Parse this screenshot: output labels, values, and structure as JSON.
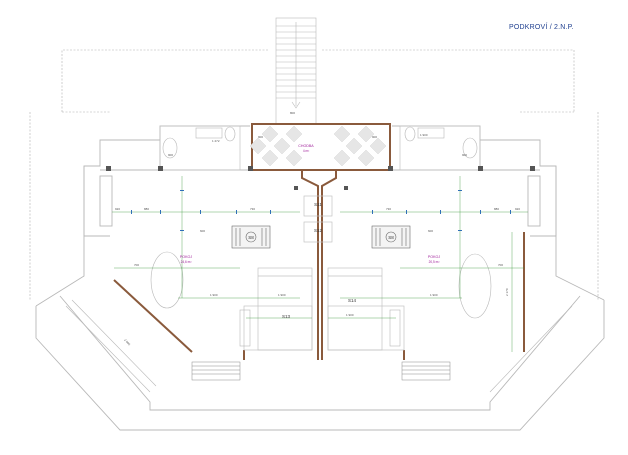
{
  "sheet_title": "PODKROVÍ / 2.N.P.",
  "colors": {
    "outline": "#b8b8b8",
    "wall": "#8a5a3c",
    "roof_dash": "#b0b0b0",
    "dim_line": "#3a9a3a",
    "dim_tick": "#2f6fb8",
    "room_text": "#a0209a",
    "title_text": "#1f3f8f"
  },
  "rooms": {
    "chodba": {
      "name": "CHODBA",
      "area": "4 m²"
    },
    "left": {
      "name": "POKOJ",
      "area": "24,6 m²"
    },
    "right": {
      "name": "POKOJ",
      "area": "20,5 m²"
    }
  },
  "tags": {
    "s11": "S11",
    "s12": "S12",
    "s13": "S13",
    "s14": "S14",
    "s8_left": "S8",
    "s8_right": "S8"
  },
  "dims": {
    "top_left_1": "1 272",
    "top_left_2": "900",
    "top_right_1": "1 900",
    "top_right_2": "900",
    "mid_left": "920",
    "mid_left_2": "880",
    "mid_left_3": "730",
    "mid_right": "730",
    "mid_right_2": "880",
    "mid_right_3": "920",
    "low_left": "1 900",
    "low_left_2": "1 900",
    "low_right": "1 900",
    "low_right_2": "1 900",
    "diag": "2 000",
    "side_right": "2 170",
    "corr_1": "900",
    "corr_2": "900",
    "stair": "800",
    "small_1": "600",
    "small_2": "600",
    "bed_1": "700",
    "bed_2": "700"
  }
}
